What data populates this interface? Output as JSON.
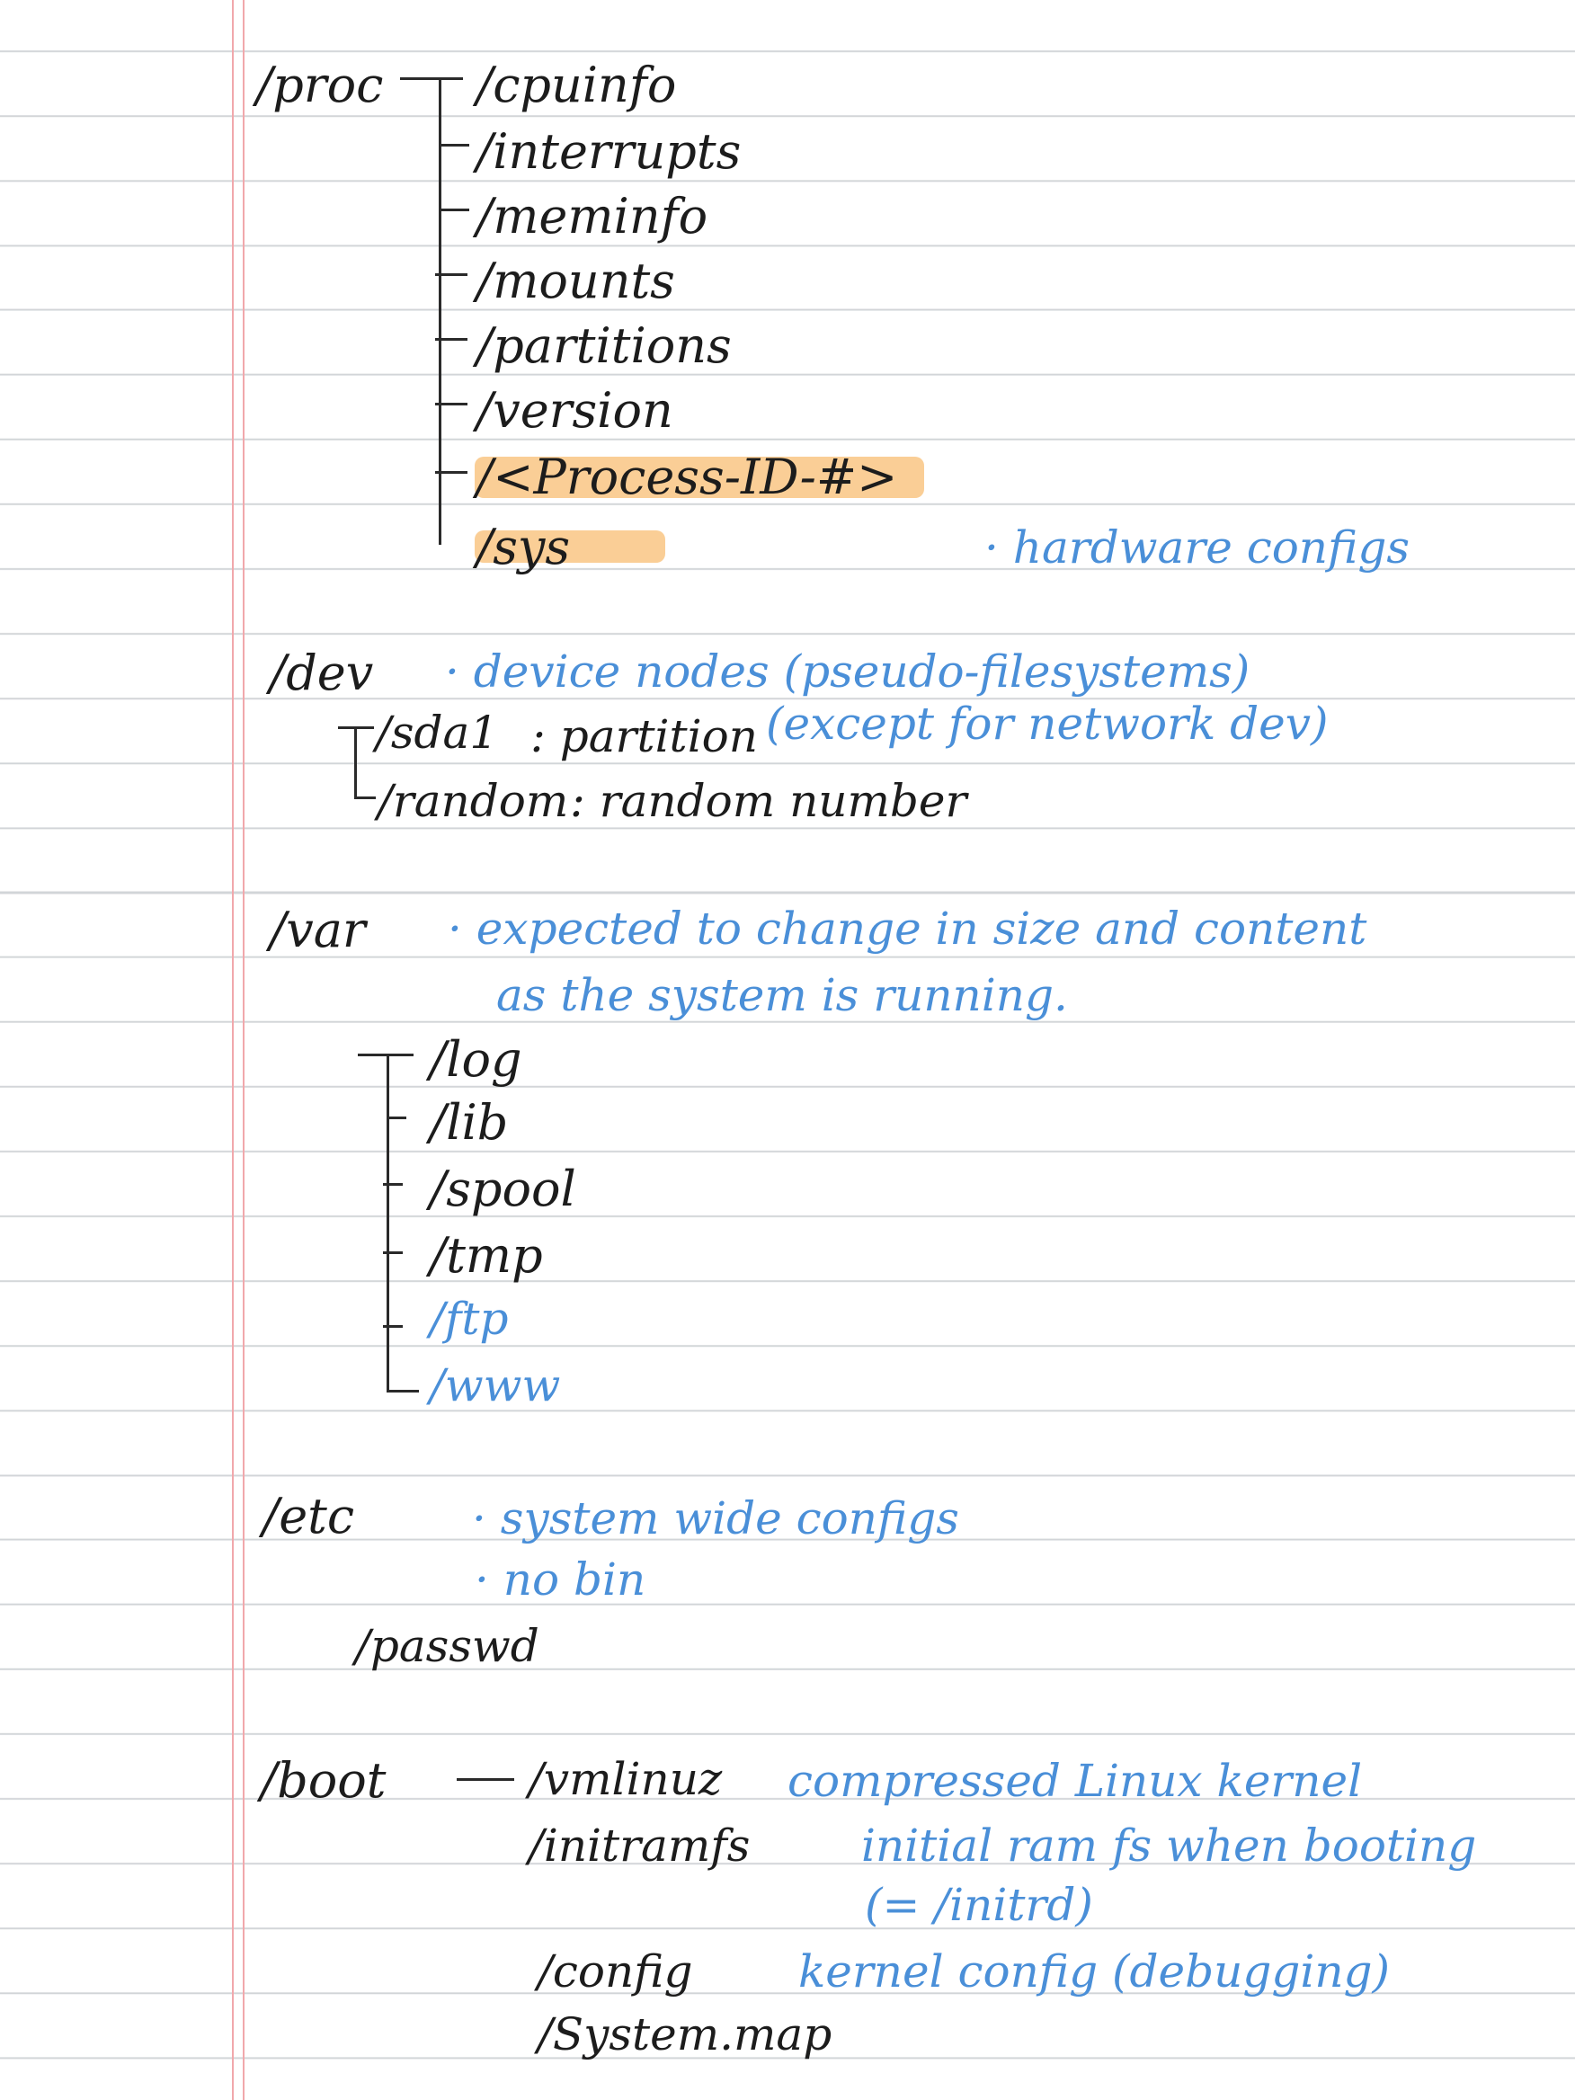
{
  "proc": {
    "root": "/proc",
    "children": [
      "/cpuinfo",
      "/interrupts",
      "/meminfo",
      "/mounts",
      "/partitions",
      "/version",
      "/<Process-ID-#>",
      "/sys"
    ],
    "sys_note": "· hardware configs"
  },
  "dev": {
    "root": "/dev",
    "note_line1": "· device nodes (pseudo-filesystems)",
    "note_line2": "(except for network dev)",
    "sda1": "/sda1",
    "sda1_desc": ": partition",
    "random": "/random",
    "random_desc": ": random number"
  },
  "var": {
    "root": "/var",
    "note_line1": "· expected to change in size and content",
    "note_line2": "as the system is running.",
    "children": [
      "/log",
      "/lib",
      "/spool",
      "/tmp",
      "/ftp",
      "/www"
    ]
  },
  "etc": {
    "root": "/etc",
    "note1": "· system wide configs",
    "note2": "· no bin",
    "passwd": "/passwd"
  },
  "boot": {
    "root": "/boot",
    "vmlinuz": "/vmlinuz",
    "vmlinuz_desc": "compressed Linux kernel",
    "initramfs": "/initramfs",
    "initramfs_desc": "initial ram fs when booting",
    "initramfs_desc2": "(= /initrd)",
    "config": "/config",
    "config_desc": "kernel config (debugging)",
    "systemmap": "/System.map"
  },
  "colors": {
    "ink": "#1c1c1c",
    "blue_ink": "#4a8fd8",
    "highlight": "#f9c684",
    "margin": "#f1a8ac",
    "rule": "#d2d5d8"
  }
}
